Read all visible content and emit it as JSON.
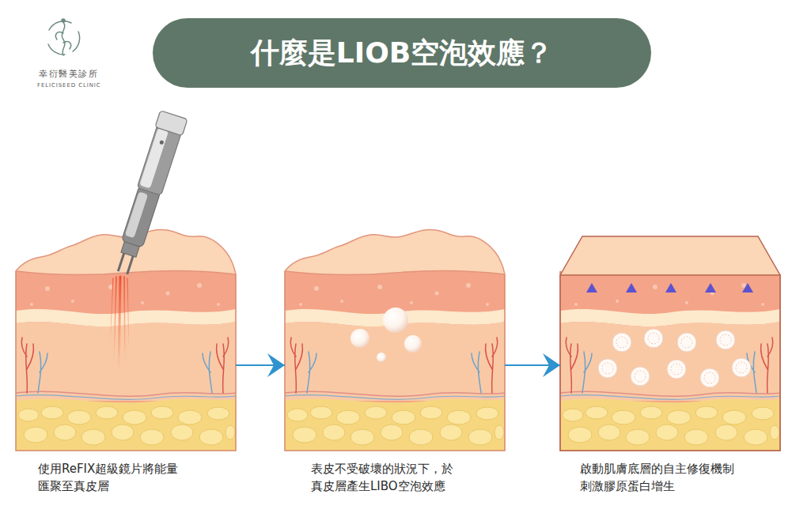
{
  "diagram": {
    "title": "什麼是LIOB空泡效應？",
    "nodes": [
      {
        "text": [
          "使用ReFIX超級鏡片將能量 匯聚至真皮層"
        ]
      },
      {
        "text": [
          "表皮不受破壞的狀況下，於 真皮層產生LIBO空泡效應"
        ]
      },
      {
        "text": [
          "啟動肌膚底層的自主修復機制 刺激膠原蛋白增生"
        ]
      }
    ],
    "edges": [
      {
        "from": 0,
        "to": 1,
        "arrow": "to"
      },
      {
        "from": 1,
        "to": 2,
        "arrow": "to"
      }
    ],
    "labels": [
      "幸衍醫美診所",
      "FELICISEED CLINIC"
    ]
  }
}
